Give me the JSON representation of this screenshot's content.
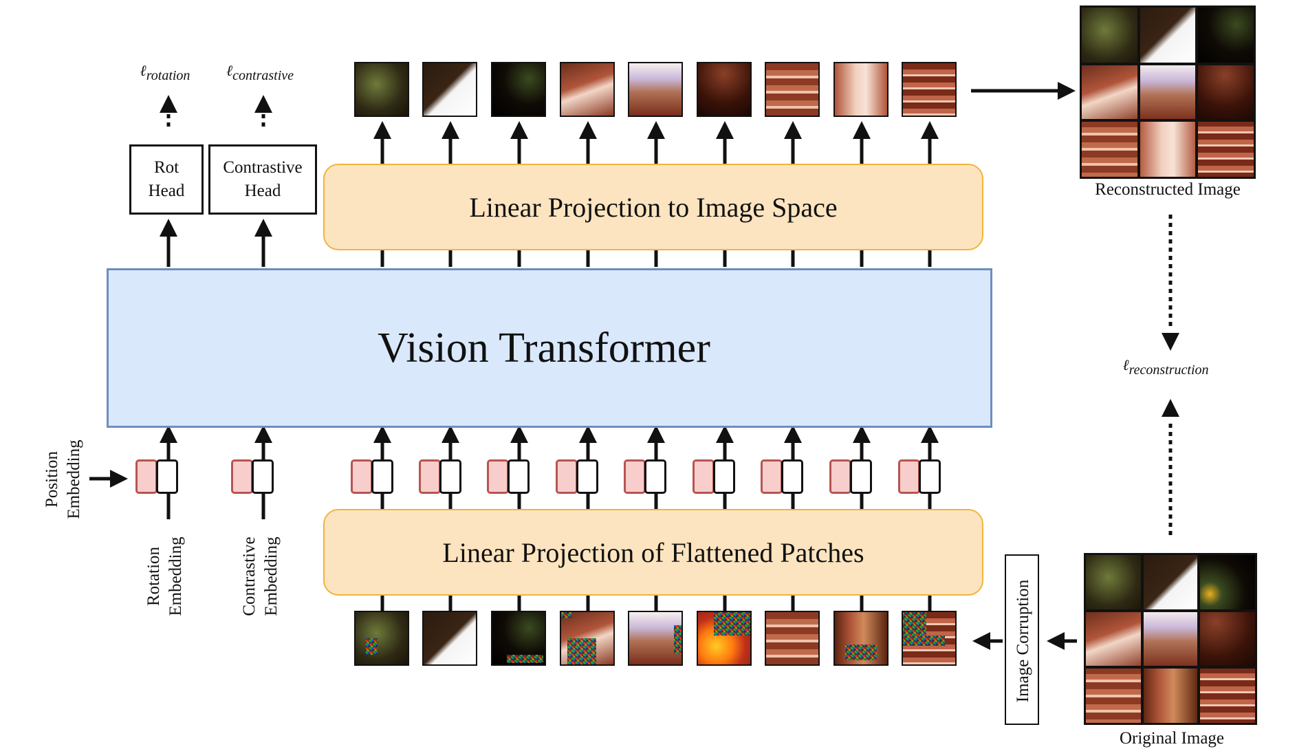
{
  "losses": {
    "rotation": {
      "symbol": "ℓ",
      "sub": "rotation"
    },
    "contrastive": {
      "symbol": "ℓ",
      "sub": "contrastive"
    },
    "reconstruction": {
      "symbol": "ℓ",
      "sub": "reconstruction"
    }
  },
  "heads": {
    "rot": [
      "Rot",
      "Head"
    ],
    "contrastive": [
      "Contrastive",
      "Head"
    ]
  },
  "blocks": {
    "top_projection": "Linear Projection to Image Space",
    "transformer": "Vision Transformer",
    "bottom_projection": "Linear Projection of Flattened Patches"
  },
  "side_labels": {
    "position_embedding": [
      "Position",
      "Embedding"
    ],
    "rotation_embedding": [
      "Rotation",
      "Embedding"
    ],
    "contrastive_embedding": [
      "Contrastive",
      "Embedding"
    ],
    "image_corruption": "Image Corruption"
  },
  "images": {
    "reconstructed": "Reconstructed Image",
    "original": "Original Image"
  },
  "colors": {
    "projection_fill": "#fde4c0",
    "projection_border": "#f0b43c",
    "transformer_fill": "#dae8fc",
    "transformer_border": "#6c8ebf",
    "embedding_fill": "#f8cecc",
    "embedding_border": "#b85450"
  },
  "icons": {
    "patch_image": "photo-patch-icon",
    "arrow": "arrow-up-icon"
  }
}
